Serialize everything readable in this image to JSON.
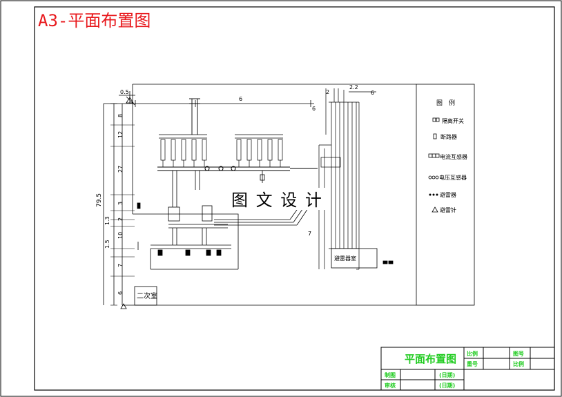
{
  "heading": "A3-平面布置图",
  "watermark": "图 文 设 计",
  "colors": {
    "heading": "#e8191d",
    "title_block_text": "#22cc22",
    "ink": "#000000"
  },
  "dimensions": {
    "top_left": "0.5",
    "top_span": "6",
    "top_right_a": "2",
    "top_right_b": "2.2",
    "top_right_c": "6",
    "right_inner": "6",
    "side_overall": "79.5",
    "side_segments": [
      "8",
      "12",
      "27",
      "3",
      "1.3",
      "2",
      "10",
      "1.5",
      "7",
      "6"
    ],
    "center_mark": "7"
  },
  "rooms": {
    "secondary_room": "二次室",
    "arrester_room": "避雷器室"
  },
  "legend": {
    "title": "图　例",
    "items": [
      {
        "symbol": "disconnector",
        "label": "隔离开关"
      },
      {
        "symbol": "breaker",
        "label": "断路器"
      },
      {
        "symbol": "ct",
        "label": "电流互感器"
      },
      {
        "symbol": "vt",
        "label": "电压互感器"
      },
      {
        "symbol": "arrester",
        "label": "避雷器"
      },
      {
        "symbol": "rod",
        "label": "避雷针"
      }
    ]
  },
  "title_block": {
    "title": "平面布置图",
    "cells": {
      "drawing_no": "图号",
      "ratio": "比例",
      "ratio2": "重号",
      "sheet": "比例",
      "drawn": "制图",
      "checked": "审核",
      "date1": "(日期)",
      "date2": "(日期)"
    }
  }
}
